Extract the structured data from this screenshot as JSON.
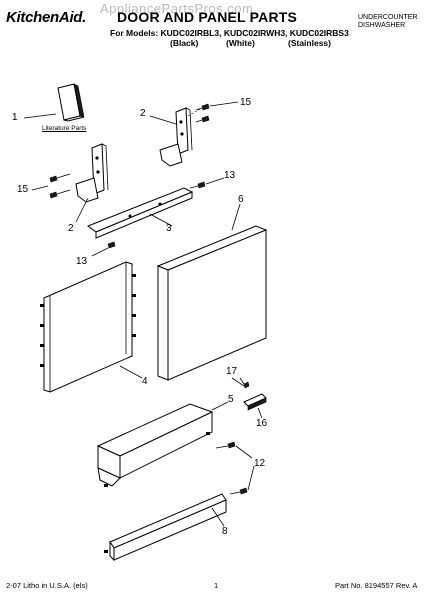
{
  "watermark": "AppliancePartsPros.com",
  "header": {
    "brand": "KitchenAid.",
    "title": "DOOR AND PANEL PARTS",
    "models_label": "For Models: KUDC02IRBL3, KUDC02IRWH3, KUDC02IRBS3",
    "variants": [
      "(Black)",
      "(White)",
      "(Stainless)"
    ],
    "product_line1": "UNDERCOUNTER",
    "product_line2": "DISHWASHER"
  },
  "diagram": {
    "literature_label": "Literature Parts",
    "callouts": {
      "c1": "1",
      "c2a": "2",
      "c15a": "15",
      "c15b": "15",
      "c2b": "2",
      "c13a": "13",
      "c3": "3",
      "c6": "6",
      "c13b": "13",
      "c4": "4",
      "c17": "17",
      "c5": "5",
      "c16": "16",
      "c12": "12",
      "c8": "8"
    }
  },
  "footer": {
    "left": "2-07 Litho in U.S.A. (els)",
    "center": "1",
    "right": "Part No. 8194557 Rev. A"
  }
}
